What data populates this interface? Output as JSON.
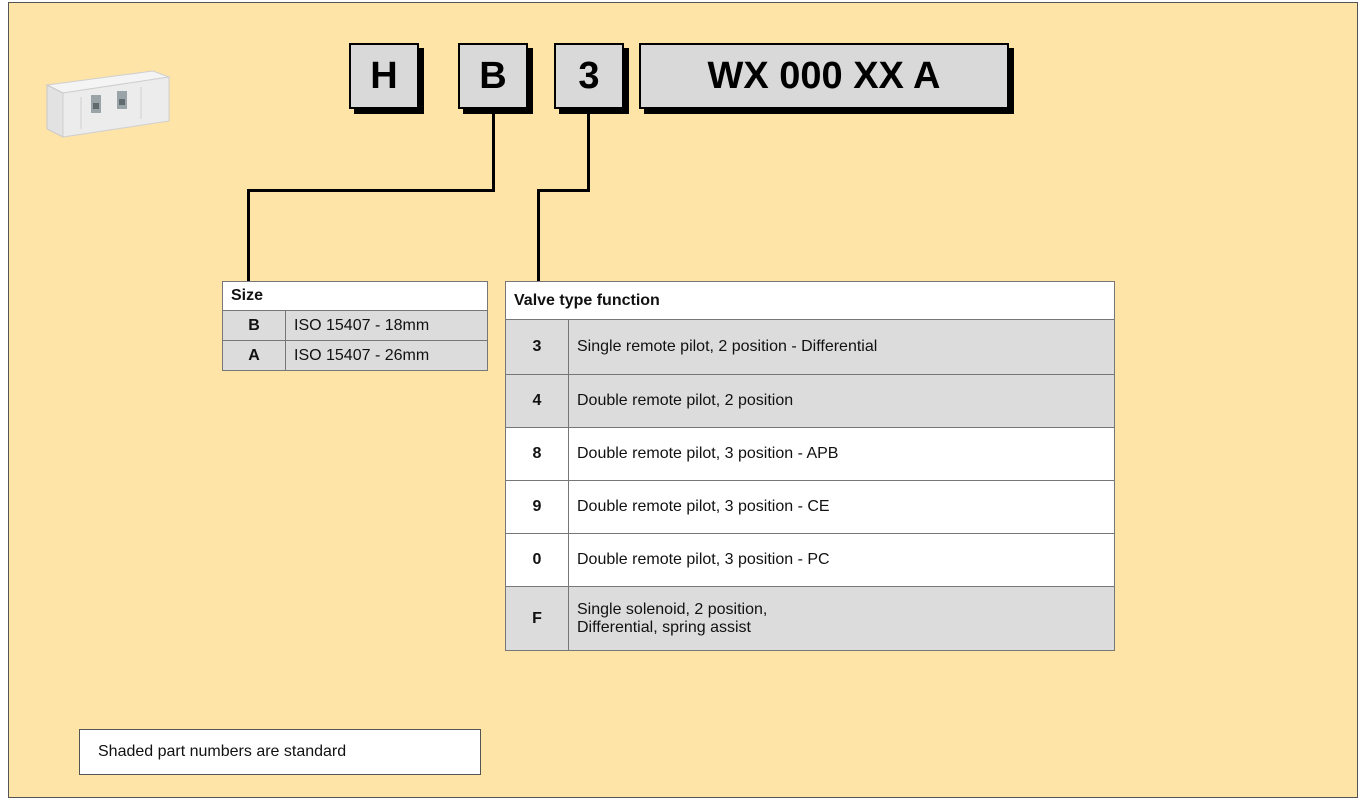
{
  "code_boxes": [
    "H",
    "B",
    "3",
    "WX 000 XX A"
  ],
  "size_table": {
    "title": "Size",
    "rows": [
      {
        "code": "B",
        "desc": "ISO 15407 - 18mm",
        "shaded": true
      },
      {
        "code": "A",
        "desc": "ISO 15407 - 26mm",
        "shaded": true
      }
    ]
  },
  "valve_table": {
    "title": "Valve type function",
    "rows": [
      {
        "code": "3",
        "desc": "Single remote pilot, 2 position - Differential",
        "shaded": true
      },
      {
        "code": "4",
        "desc": "Double remote pilot, 2 position",
        "shaded": true
      },
      {
        "code": "8",
        "desc": "Double remote pilot, 3 position - APB",
        "shaded": false
      },
      {
        "code": "9",
        "desc": "Double remote pilot, 3 position - CE",
        "shaded": false
      },
      {
        "code": "0",
        "desc": "Double remote pilot, 3 position - PC",
        "shaded": false
      },
      {
        "code": "F",
        "desc_line1": "Single solenoid, 2 position,",
        "desc_line2": "Differential, spring assist",
        "shaded": true
      }
    ]
  },
  "note": "Shaded part numbers are standard",
  "colors": {
    "background": "#ffe4a8",
    "shaded_cell": "#dcdcdc",
    "box_fill": "#d9d9d9"
  }
}
